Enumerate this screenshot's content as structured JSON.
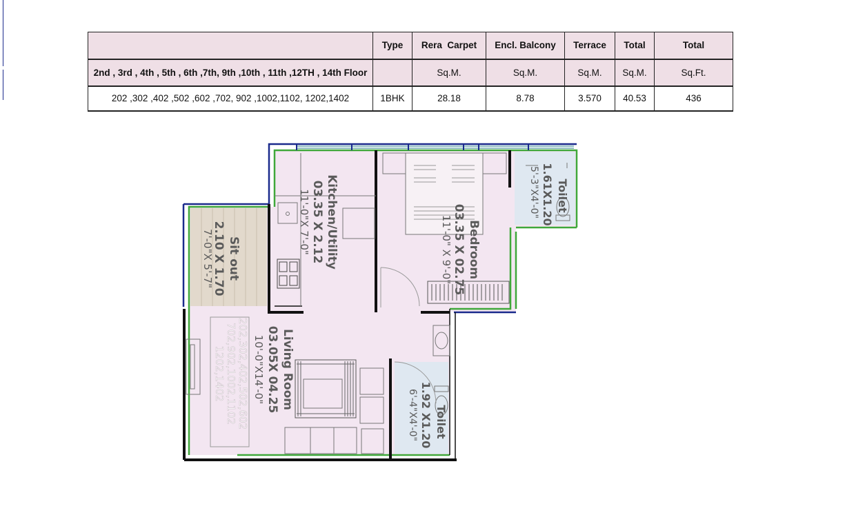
{
  "table": {
    "headers": [
      "",
      "Type",
      "Rera  Carpet",
      "Encl. Balcony",
      "Terrace",
      "Total",
      "Total"
    ],
    "units": [
      "2nd , 3rd , 4th , 5th , 6th ,7th, 9th ,10th , 11th ,12TH , 14th Floor",
      "",
      "Sq.M.",
      "Sq.M.",
      "Sq.M.",
      "Sq.M.",
      "Sq.Ft."
    ],
    "row": [
      "202 ,302 ,402 ,502 ,602 ,702, 902 ,1002,1102, 1202,1402",
      "1BHK",
      "28.18",
      "8.78",
      "3.570",
      "40.53",
      "436"
    ]
  },
  "plan": {
    "sitout": {
      "name": "Sit out",
      "metric": "2.10 X 1.70",
      "imperial": "7'-0\"X 5'-7\""
    },
    "kitchen": {
      "name": "Kitchen/Utility",
      "metric": "03.35 X 2.12",
      "imperial": "11'-0\"X 7'-0\""
    },
    "bedroom": {
      "name": "Bedroom",
      "metric": "03.35 X 02.75",
      "imperial": "11'-0\" X 9'-0\""
    },
    "toilet1": {
      "name": "Toilet",
      "metric": "1.61X1.20",
      "imperial": "5'-3\"X4'-0\""
    },
    "living": {
      "name": "Living Room",
      "metric": "03.05X 04.25",
      "imperial": "10'-0\"X14'-0\""
    },
    "toilet2": {
      "name": "Toilet",
      "metric": "1.92 X1.20",
      "imperial": "6'-4\"X4'-0\""
    },
    "flat_numbers": [
      "202,302,402,502,602",
      "702,902,1002,1102",
      "1202,1402"
    ]
  },
  "colors": {
    "room_fill": "#f3e6f1",
    "wall": "#111111",
    "outline_green": "#3fa83a",
    "outline_blue": "#1a2a8c",
    "sitout_fill": "#e2d9cc",
    "toilet_fill": "#dfe8f1"
  }
}
